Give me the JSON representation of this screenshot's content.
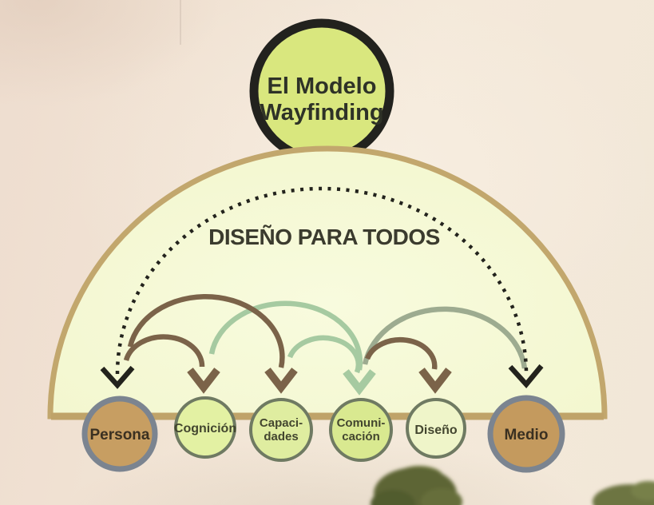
{
  "model_circle": {
    "lines": [
      "El Modelo",
      "Wayfinding"
    ],
    "fill": "#d9e77e",
    "border": "#22221e",
    "text_color": "#2e3227"
  },
  "dome": {
    "label": "DISEÑO PARA TODOS",
    "fill": "#f5f8d6",
    "border": "#c2a76d",
    "label_color": "#3b3b2e"
  },
  "nodes": [
    {
      "id": "persona",
      "lines": [
        "Persona"
      ],
      "size": "large",
      "fill": "#c79e62",
      "border": "#7b8490",
      "text_color": "#3a3021"
    },
    {
      "id": "cognicion",
      "lines": [
        "Cognición"
      ],
      "size": "small",
      "fill": "#e3f1a3",
      "border": "#6f7a62",
      "text_color": "#43462f"
    },
    {
      "id": "capacidades",
      "lines": [
        "Capaci-",
        "dades"
      ],
      "size": "small",
      "fill": "#dfeda0",
      "border": "#6f7a62",
      "text_color": "#43462f"
    },
    {
      "id": "comunicacion",
      "lines": [
        "Comuni-",
        "cación"
      ],
      "size": "small",
      "fill": "#d9e990",
      "border": "#6f7a62",
      "text_color": "#43462f"
    },
    {
      "id": "diseno",
      "lines": [
        "Diseño"
      ],
      "size": "small",
      "fill": "#eff5c9",
      "border": "#6f7a62",
      "text_color": "#43462f"
    },
    {
      "id": "medio",
      "lines": [
        "Medio"
      ],
      "size": "large",
      "fill": "#c49a5e",
      "border": "#7b8490",
      "text_color": "#3a3021"
    }
  ],
  "arcs": [
    {
      "id": "persona-medio",
      "from": "persona",
      "to": "medio",
      "style": "dotted",
      "bidirectional": true,
      "color": "#23231d"
    },
    {
      "id": "persona-cognicion",
      "from": "persona",
      "to": "cognicion",
      "style": "solid",
      "bidirectional": false,
      "color": "#7b6349"
    },
    {
      "id": "persona-capacidades",
      "from": "persona",
      "to": "capacidades",
      "style": "solid",
      "bidirectional": false,
      "color": "#7b6349"
    },
    {
      "id": "cognicion-comunicacion",
      "from": "cognicion",
      "to": "comunicacion",
      "style": "solid",
      "bidirectional": false,
      "color": "#a6caa1"
    },
    {
      "id": "capacidades-comunicacion",
      "from": "capacidades",
      "to": "comunicacion",
      "style": "solid",
      "bidirectional": false,
      "color": "#a6caa1"
    },
    {
      "id": "comunicacion-diseno",
      "from": "comunicacion",
      "to": "diseno",
      "style": "solid",
      "bidirectional": false,
      "color": "#7b6349"
    },
    {
      "id": "comunicacion-medio",
      "from": "comunicacion",
      "to": "medio",
      "style": "solid",
      "bidirectional": false,
      "color": "#9dab90"
    }
  ],
  "background": {
    "base_color": "#f1e4d4",
    "tree_color": "#5d6535"
  }
}
